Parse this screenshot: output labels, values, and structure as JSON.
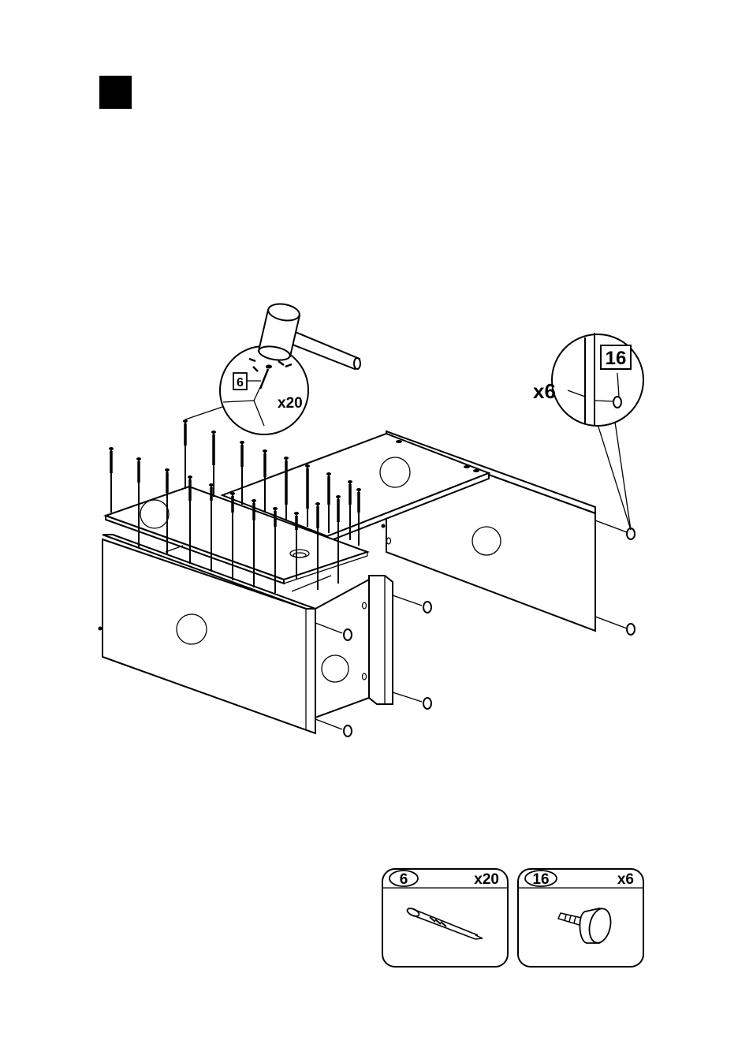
{
  "step": {
    "number": ""
  },
  "detail_nail": {
    "part_no": "6",
    "qty": "x20"
  },
  "detail_peg": {
    "part_no": "16",
    "qty": "x6"
  },
  "parts_legend": [
    {
      "part_no": "6",
      "qty": "x20",
      "icon": "nail-icon"
    },
    {
      "part_no": "16",
      "qty": "x6",
      "icon": "peg-icon"
    }
  ]
}
